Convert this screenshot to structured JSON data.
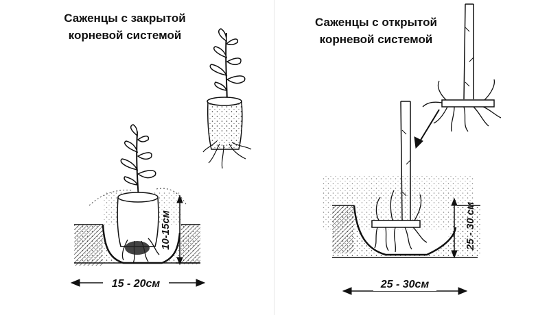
{
  "panels": [
    {
      "title_line1": "Саженцы с закрытой",
      "title_line2": "корневой системой",
      "depth_label": "10-15см",
      "width_label": "15 - 20см"
    },
    {
      "title_line1": "Саженцы с открытой",
      "title_line2": "корневой системой",
      "depth_label": "25 - 30 см",
      "width_label": "25 - 30см"
    }
  ]
}
